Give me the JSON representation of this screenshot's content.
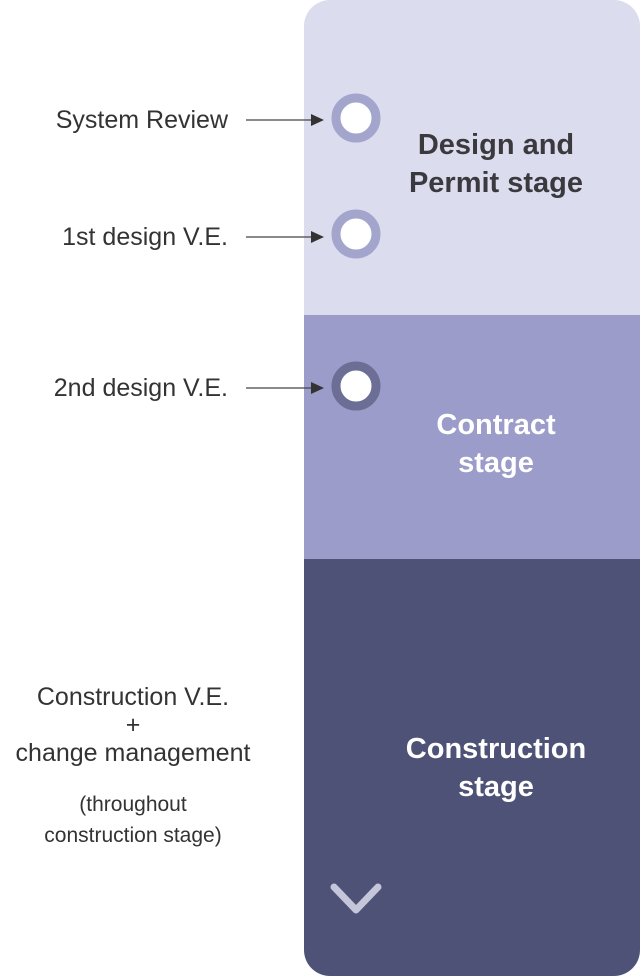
{
  "stages": [
    {
      "line1": "Design and",
      "line2": "Permit stage",
      "color": "#dcdcef"
    },
    {
      "line1": "Contract",
      "line2": "stage",
      "color": "#9b9cc9"
    },
    {
      "line1": "Construction",
      "line2": "stage",
      "color": "#4f5277"
    }
  ],
  "milestones": [
    {
      "label": "System Review"
    },
    {
      "label": "1st design V.E."
    },
    {
      "label": "2nd design V.E."
    }
  ],
  "construction_note": {
    "line1": "Construction V.E.",
    "line2": "+",
    "line3": "change management",
    "sub_line1": "(throughout",
    "sub_line2": "construction stage)"
  }
}
